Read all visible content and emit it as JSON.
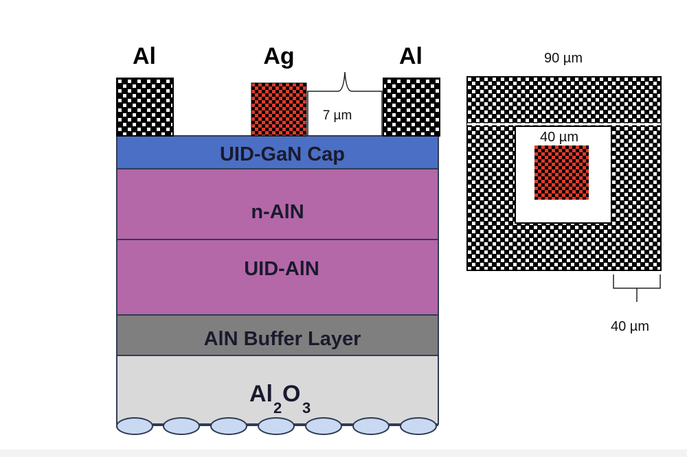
{
  "labels": {
    "al_left": "Al",
    "ag": "Ag",
    "al_right": "Al",
    "gap_dim": "7 µm",
    "layer_gan_cap": "UID-GaN Cap",
    "layer_n_aln": "n-AlN",
    "layer_uid_aln": "UID-AlN",
    "layer_buffer": "AlN Buffer Layer",
    "substrate_main": "Al",
    "substrate_sub1": "2",
    "substrate_mid": "O",
    "substrate_sub2": "3",
    "top_view_width": "90 µm",
    "center_pad_size": "40 µm",
    "ring_width": "40 µm"
  },
  "colors": {
    "gan_cap": "#4b6fc4",
    "aln": "#b468a8",
    "buffer": "#7f7f7f",
    "substrate": "#d9d9d9",
    "wafer_bubble": "#c9d9f2",
    "ag_pattern": "#e23a2a",
    "al_pattern": "#ffffff",
    "pattern_bg": "#000000",
    "outline": "#2f3b55"
  }
}
